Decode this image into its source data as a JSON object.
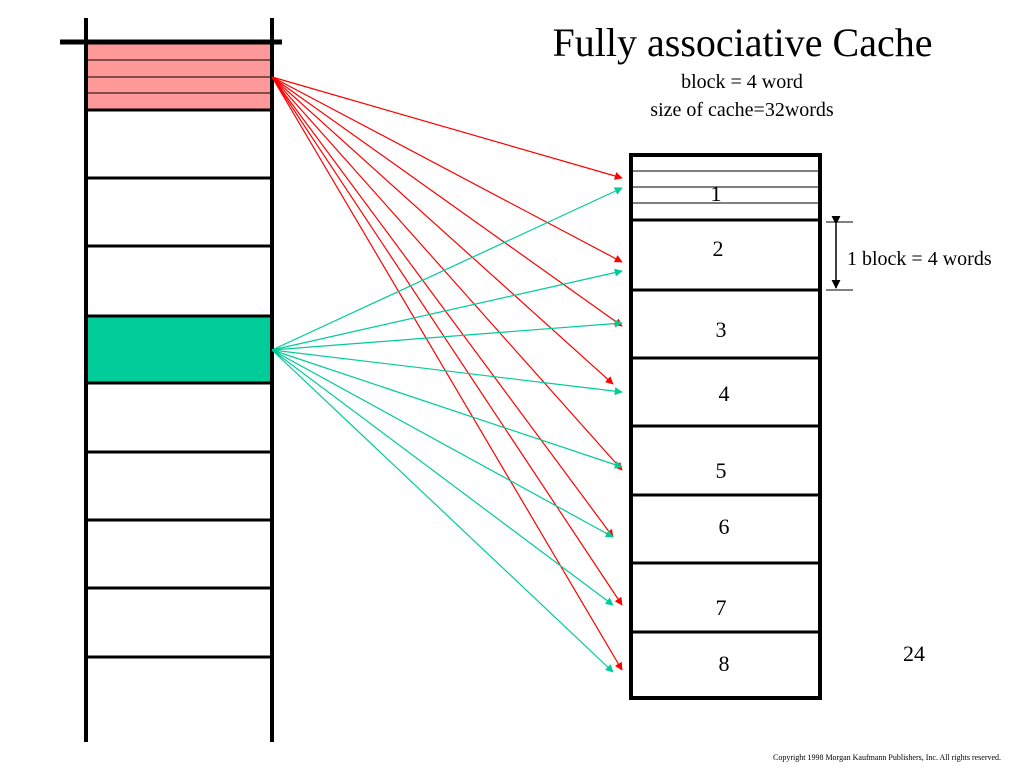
{
  "title": "Fully associative Cache",
  "subtitle_lines": [
    "block = 4 word",
    "size of cache=32words"
  ],
  "cache": {
    "block_labels": [
      "1",
      "2",
      "3",
      "4",
      "5",
      "6",
      "7",
      "8"
    ]
  },
  "block_note": "1 block = 4 words",
  "page_number": "24",
  "copyright": "Copyright 1998 Morgan Kaufmann Publishers, Inc. All rights reserved.",
  "colors": {
    "highlight_red_fill": "#ff9999",
    "highlight_green_fill": "#00cc99",
    "arrow_red": "#ff0000",
    "arrow_green": "#00cc99"
  }
}
